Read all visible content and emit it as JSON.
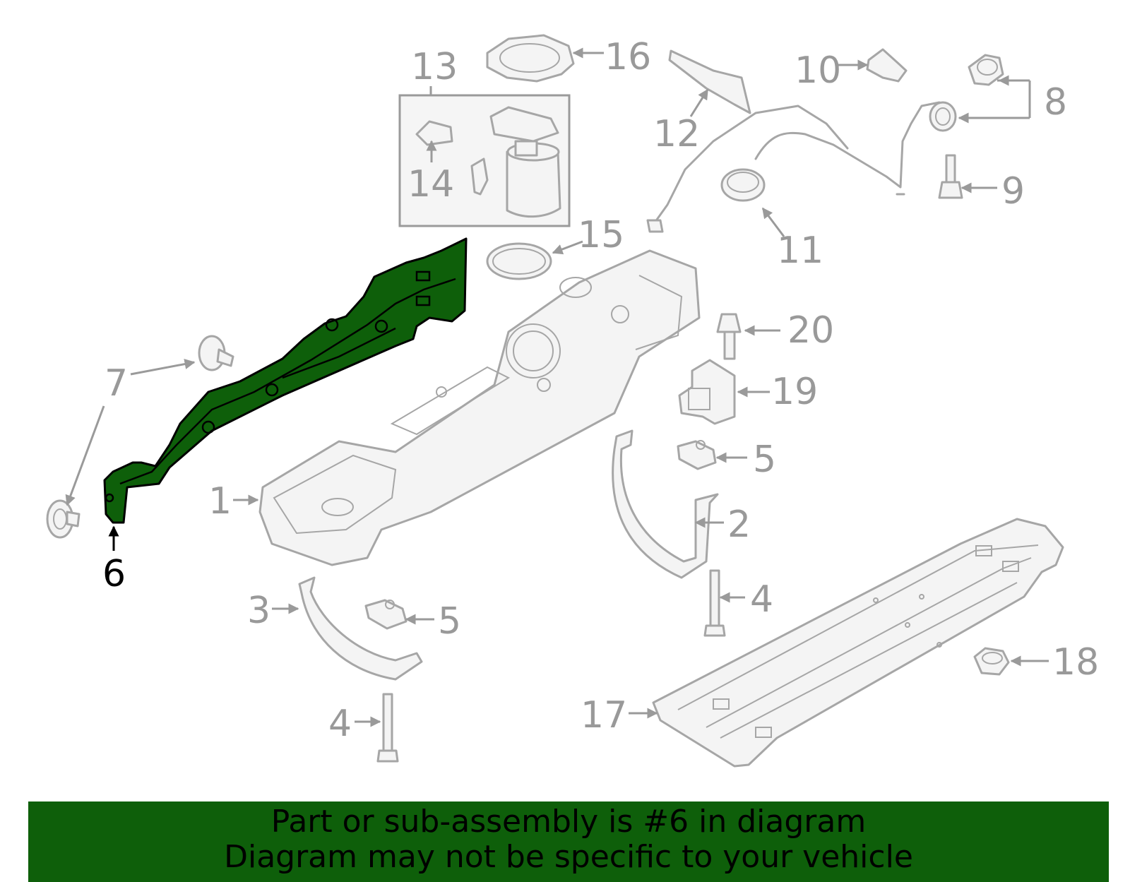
{
  "diagram": {
    "callouts": [
      "1",
      "2",
      "3",
      "4",
      "4",
      "5",
      "5",
      "6",
      "7",
      "8",
      "9",
      "10",
      "11",
      "12",
      "13",
      "14",
      "15",
      "16",
      "17",
      "18",
      "19",
      "20"
    ],
    "highlighted_callout": "6",
    "highlight_color": "#0e5f0a"
  },
  "footer": {
    "line1": "Part or sub-assembly is #6 in diagram",
    "line2": "Diagram may not be specific to your vehicle"
  }
}
